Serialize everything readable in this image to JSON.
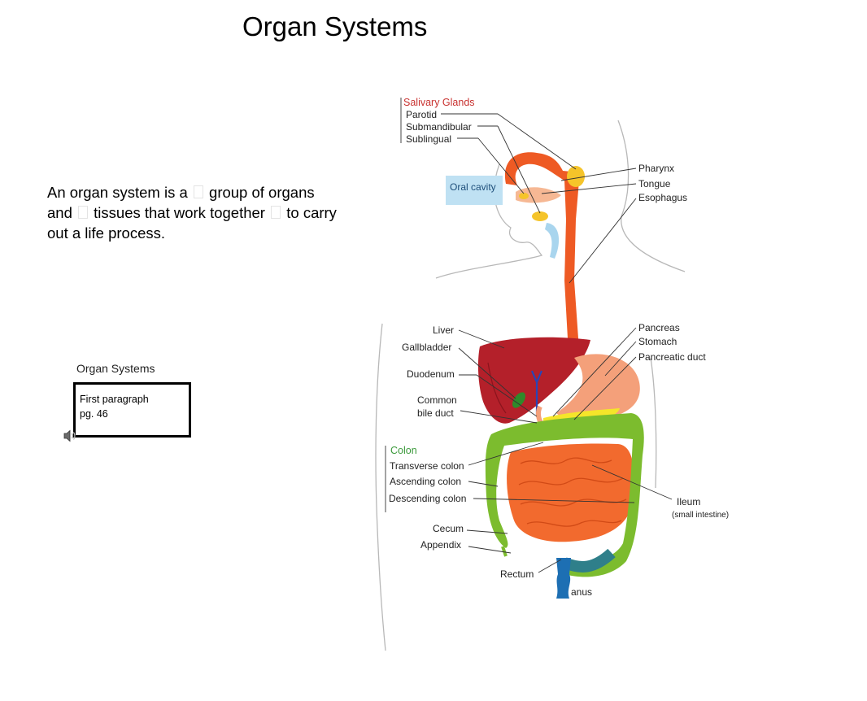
{
  "title": "Organ Systems",
  "intro": {
    "part1": "An organ system is a",
    "part2": "group of organs and",
    "part3": "tissues that work together",
    "part4": "to carry out a life process."
  },
  "note": {
    "caption": "Organ Systems",
    "line1": "First paragraph",
    "line2": "pg. 46"
  },
  "audio_icon": "speaker-icon",
  "diagram": {
    "salivary_heading": "Salivary Glands",
    "parotid": "Parotid",
    "submandibular": "Submandibular",
    "sublingual": "Sublingual",
    "oral_cavity": "Oral cavity",
    "pharynx": "Pharynx",
    "tongue": "Tongue",
    "esophagus": "Esophagus",
    "liver": "Liver",
    "gallbladder": "Gallbladder",
    "duodenum": "Duodenum",
    "common_bile_1": "Common",
    "common_bile_2": "bile duct",
    "pancreas": "Pancreas",
    "stomach": "Stomach",
    "pancreatic_duct": "Pancreatic duct",
    "colon_heading": "Colon",
    "transverse_colon": "Transverse colon",
    "ascending_colon": "Ascending colon",
    "descending_colon": "Descending colon",
    "cecum": "Cecum",
    "appendix": "Appendix",
    "rectum": "Rectum",
    "anus": "anus",
    "ileum": "Ileum",
    "ileum_note": "(small intestine)"
  },
  "colors": {
    "salivary_red": "#c8312f",
    "colon_green": "#3c9a3c",
    "esophagus_orange": "#ee5a24",
    "liver_red": "#b4202a",
    "stomach_peach": "#f4a07a",
    "intestine_orange": "#f26a2e",
    "colon_olive": "#7cbc2e",
    "pancreas_yellow": "#f5e52a",
    "oral_blue": "#bfe1f3",
    "rectum_blue": "#1d6fb3"
  }
}
